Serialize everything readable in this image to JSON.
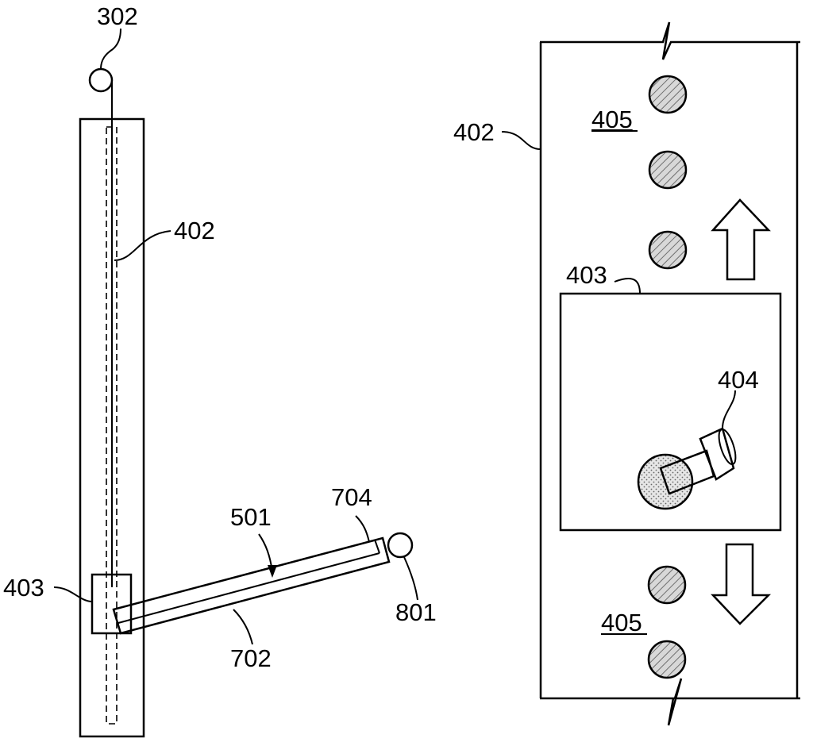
{
  "labels": {
    "l302": "302",
    "l402_left": "402",
    "l403_left": "403",
    "l501": "501",
    "l704": "704",
    "l702": "702",
    "l801": "801",
    "l402_right": "402",
    "l405_top": "405",
    "l403_right": "403",
    "l404": "404",
    "l405_bottom": "405"
  }
}
